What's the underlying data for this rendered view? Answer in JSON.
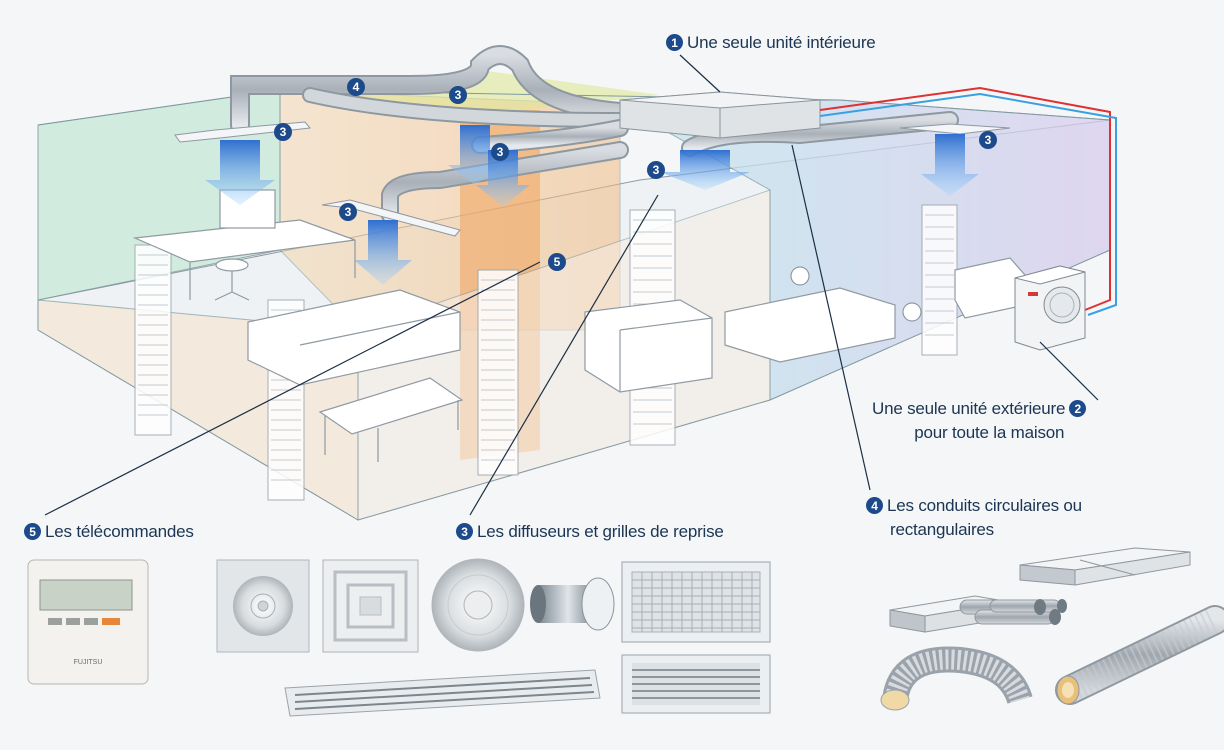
{
  "labels": {
    "indoor_unit": {
      "num": "1",
      "text": "Une seule unité intérieure"
    },
    "outdoor_unit": {
      "num": "2",
      "line1": "Une seule unité extérieure",
      "line2": "pour toute la maison"
    },
    "diffusers": {
      "num": "3",
      "text": "Les diffuseurs et grilles de reprise"
    },
    "ducts": {
      "num": "4",
      "line1": "Les conduits circulaires ou",
      "line2": "rectangulaires"
    },
    "remotes": {
      "num": "5",
      "text": "Les télécommandes"
    }
  },
  "markers": {
    "diffuser": "3",
    "duct": "4",
    "remote": "5"
  },
  "remote_brand": "FUJITSU",
  "colors": {
    "label_text": "#1b3553",
    "marker": "#1d4a8a",
    "airflow": "#3a8fe0",
    "refrigerant_hot": "#e03030",
    "refrigerant_cold": "#3aa0e0"
  }
}
